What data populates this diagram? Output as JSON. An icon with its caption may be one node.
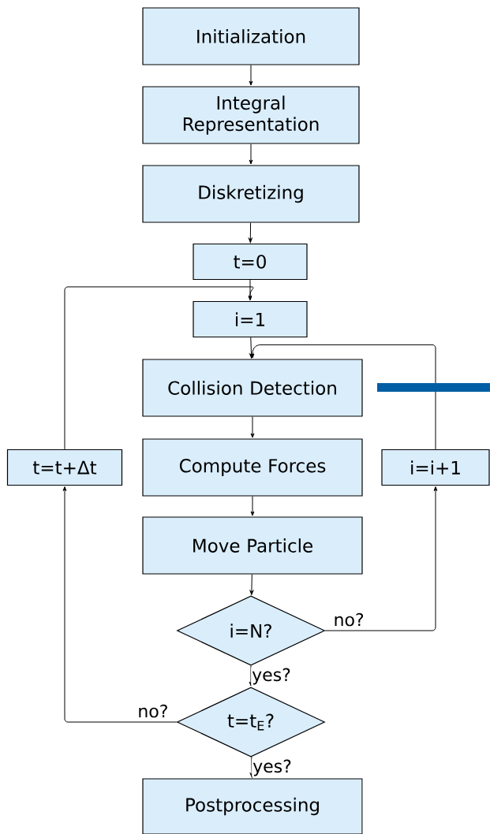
{
  "diagram": {
    "nodes": [
      {
        "text": [
          "Initialization"
        ]
      },
      {
        "text": [
          "Integral Representation"
        ]
      },
      {
        "text": [
          "Diskretizing"
        ]
      },
      {
        "text": [
          "t=0"
        ]
      },
      {
        "text": [
          "i=1"
        ]
      },
      {
        "text": [
          "Collision Detection"
        ]
      },
      {
        "text": [
          "Compute Forces"
        ]
      },
      {
        "text": [
          "Move Particle"
        ]
      },
      {
        "text": [
          "i=N?"
        ]
      },
      {
        "text": [
          "t=t$_{E}$?"
        ]
      },
      {
        "text": [
          "Postprocessing"
        ]
      },
      {
        "text": [
          "t=t+Δt"
        ]
      },
      {
        "text": [
          "i=i+1"
        ]
      }
    ],
    "edges": [
      {
        "from": 0,
        "to": 1,
        "arrow": "to"
      },
      {
        "from": 1,
        "to": 2,
        "arrow": "to"
      },
      {
        "from": 2,
        "to": 3,
        "arrow": "to"
      },
      {
        "from": 3,
        "to": 4,
        "arrow": "to"
      },
      {
        "from": 4,
        "to": 5,
        "arrow": "to"
      },
      {
        "from": 5,
        "to": 6,
        "arrow": "to"
      },
      {
        "from": 6,
        "to": 7,
        "arrow": "to"
      },
      {
        "from": 7,
        "to": 8,
        "arrow": "to"
      },
      {
        "from": 8,
        "to": 9,
        "arrow": "to",
        "label": "yes?"
      },
      {
        "from": 9,
        "to": 10,
        "arrow": "to",
        "label": "yes?"
      },
      {
        "from": 8,
        "to": 12,
        "arrow": "to",
        "label": "no?"
      },
      {
        "from": 12,
        "to": 5,
        "arrow": "to"
      },
      {
        "from": 9,
        "to": 11,
        "arrow": "to",
        "label": "no?"
      },
      {
        "from": 11,
        "to": 4,
        "arrow": "to"
      }
    ]
  }
}
